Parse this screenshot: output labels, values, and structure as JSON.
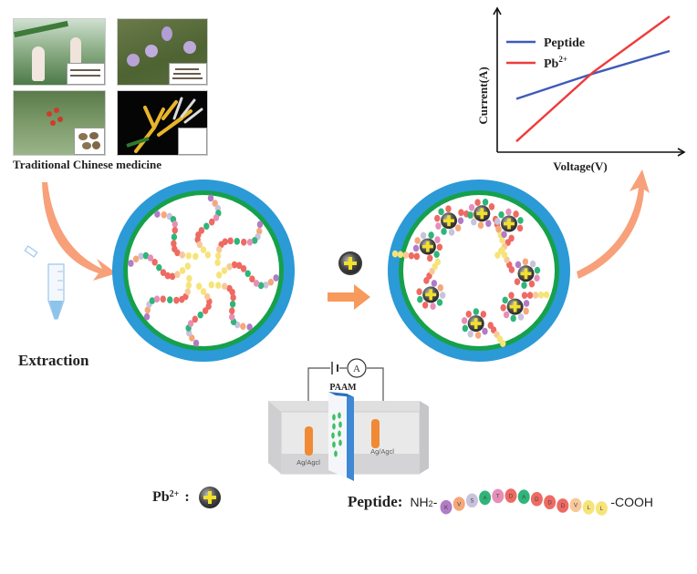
{
  "figure": {
    "tcm": {
      "caption": "Traditional Chinese medicine",
      "photos": [
        {
          "name": "tcm-photo-1",
          "subject": "white flower spikes with dried root inset"
        },
        {
          "name": "tcm-photo-2",
          "subject": "purple flowers with dried root inset"
        },
        {
          "name": "tcm-photo-3",
          "subject": "red berries plant with seeds inset"
        },
        {
          "name": "tcm-photo-4",
          "subject": "yellow-white flowers on black with micrograph inset"
        }
      ]
    },
    "extraction_label": "Extraction",
    "setup": {
      "membrane_label": "PAAM",
      "electrode_left": "Ag/Agcl",
      "electrode_right": "Ag/Agcl",
      "ammeter_symbol": "A"
    },
    "legend": {
      "pb_label": "Pb",
      "pb_charge": "2+",
      "pb_colon": ":",
      "peptide_label": "Peptide:",
      "peptide_n_term": "NH",
      "peptide_n_sub": "2",
      "peptide_c_term": "-COOH",
      "residues": [
        {
          "letter": "K",
          "color": "#b07cc6"
        },
        {
          "letter": "V",
          "color": "#f5a77a"
        },
        {
          "letter": "S",
          "color": "#c9c2dc"
        },
        {
          "letter": "A",
          "color": "#2fb57a"
        },
        {
          "letter": "T",
          "color": "#e58fb8"
        },
        {
          "letter": "D",
          "color": "#ee6a62"
        },
        {
          "letter": "A",
          "color": "#2fb57a"
        },
        {
          "letter": "D",
          "color": "#ee6a62"
        },
        {
          "letter": "D",
          "color": "#ee6a62"
        },
        {
          "letter": "D",
          "color": "#ee6a62"
        },
        {
          "letter": "V",
          "color": "#f7c99a"
        },
        {
          "letter": "L",
          "color": "#f6e47a"
        },
        {
          "letter": "L",
          "color": "#f6e47a"
        }
      ]
    },
    "colors": {
      "nanopore_outer": "#2b9ad6",
      "nanopore_inner": "#16a04a",
      "arrow": "#f7a07a",
      "pb_ion_body": "#333333",
      "pb_ion_plus": "#f2e02a"
    }
  },
  "chart_data": {
    "type": "line",
    "title": "",
    "xlabel": "Voltage(V)",
    "ylabel": "Current(A)",
    "xlim": [
      0,
      1
    ],
    "ylim": [
      0,
      1
    ],
    "ticks": "none",
    "grid": false,
    "legend_position": "top-left",
    "series": [
      {
        "name": "Peptide",
        "color": "#3f5ab8",
        "x": [
          0.0,
          0.5,
          1.0
        ],
        "y": [
          0.38,
          0.57,
          0.74
        ]
      },
      {
        "name": "Pb2+",
        "label_base": "Pb",
        "label_sup": "2+",
        "color": "#ee3b3b",
        "x": [
          0.0,
          0.5,
          1.0
        ],
        "y": [
          0.06,
          0.58,
          1.0
        ]
      }
    ]
  }
}
